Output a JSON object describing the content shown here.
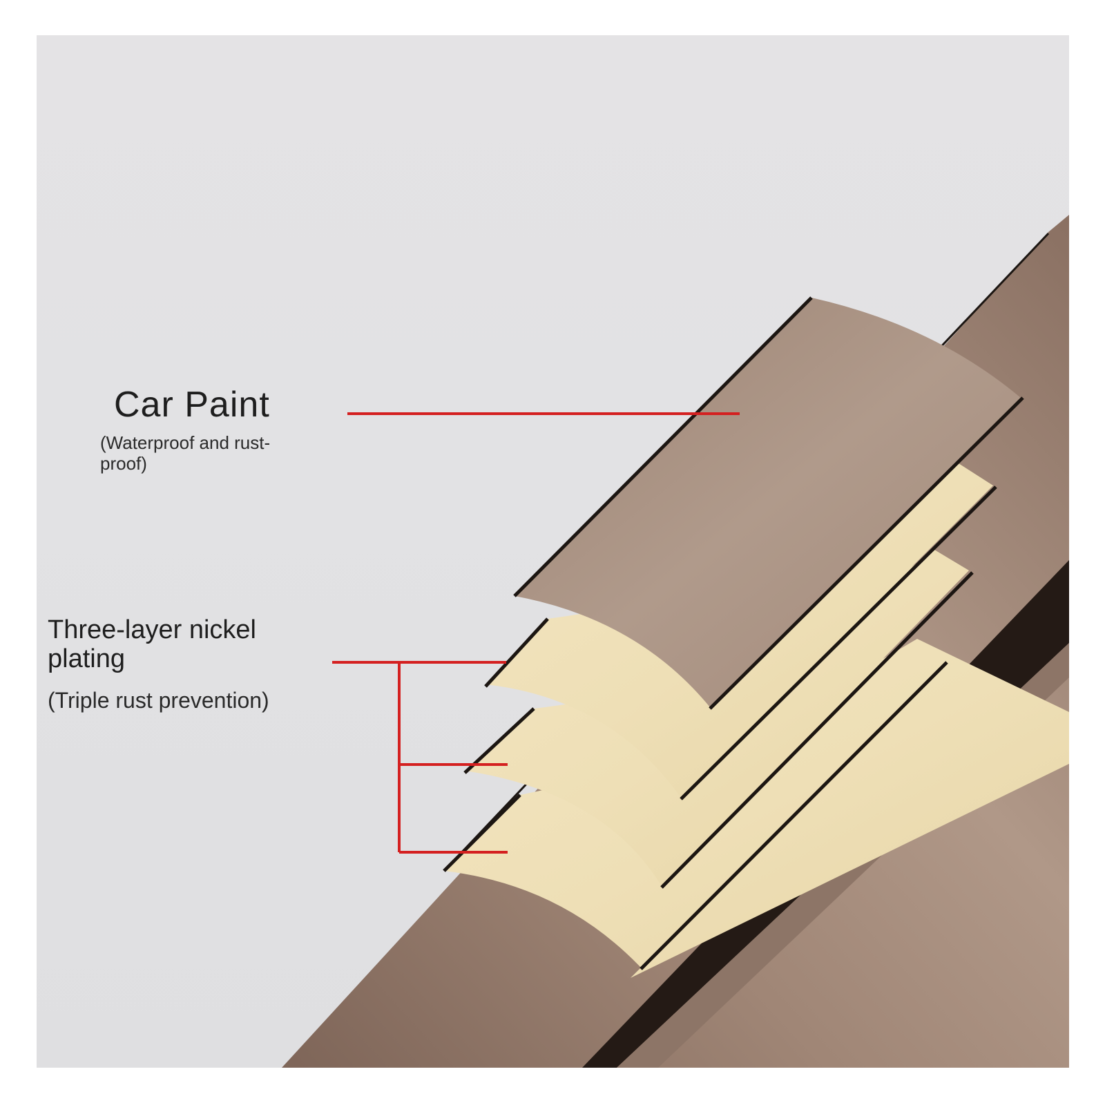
{
  "labels": {
    "car_paint": {
      "title": "Car Paint",
      "subtitle": "(Waterproof and rust-proof)"
    },
    "nickel": {
      "title": "Three-layer nickel plating",
      "subtitle": "(Triple rust prevention)"
    }
  },
  "colors": {
    "background": "#e3e3e5",
    "tube": "#9e8474",
    "paint_layer": "#a89080",
    "nickel_layer": "#efe0b8",
    "edge": "#1a1512",
    "leader_line": "#d42020"
  }
}
